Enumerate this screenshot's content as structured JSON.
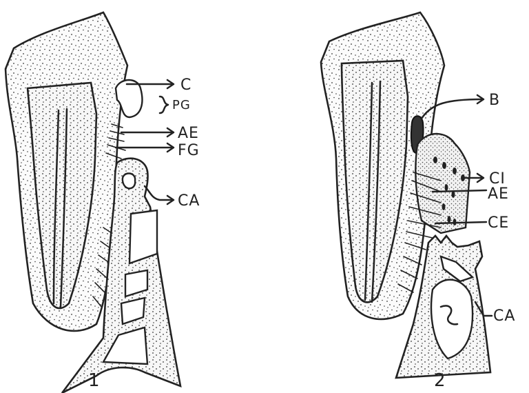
{
  "figure_1": {
    "number": "1",
    "labels": {
      "c": "C",
      "pg": "PG",
      "ae": "AE",
      "fg": "FG",
      "ca": "CA"
    }
  },
  "figure_2": {
    "number": "2",
    "labels": {
      "b": "B",
      "ci": "CI",
      "ae": "AE",
      "ce": "CE",
      "ca": "CA"
    }
  }
}
